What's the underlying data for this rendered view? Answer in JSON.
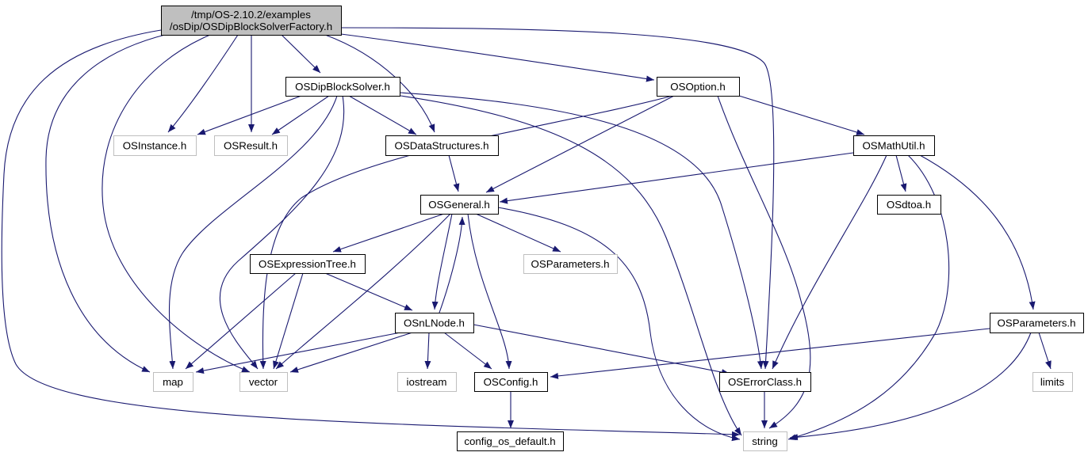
{
  "colors": {
    "edge": "#191970",
    "root_fill": "#bfbfbf",
    "node_border": "#000000",
    "external_border": "#bfbfbf",
    "text": "#000000",
    "external_text": "#000000"
  },
  "nodes": [
    {
      "id": "root",
      "lines": [
        "/tmp/OS-2.10.2/examples",
        "/osDip/OSDipBlockSolverFactory.h"
      ],
      "kind": "root"
    },
    {
      "id": "dipblocksolver",
      "lines": [
        "OSDipBlockSolver.h"
      ],
      "kind": "normal"
    },
    {
      "id": "osoption",
      "lines": [
        "OSOption.h"
      ],
      "kind": "normal"
    },
    {
      "id": "osinstance",
      "lines": [
        "OSInstance.h"
      ],
      "kind": "external"
    },
    {
      "id": "osresult",
      "lines": [
        "OSResult.h"
      ],
      "kind": "external"
    },
    {
      "id": "osdatastructures",
      "lines": [
        "OSDataStructures.h"
      ],
      "kind": "normal"
    },
    {
      "id": "osmathutil",
      "lines": [
        "OSMathUtil.h"
      ],
      "kind": "normal"
    },
    {
      "id": "osgeneral",
      "lines": [
        "OSGeneral.h"
      ],
      "kind": "normal"
    },
    {
      "id": "osdtoa",
      "lines": [
        "OSdtoa.h"
      ],
      "kind": "normal"
    },
    {
      "id": "osexpressiontree",
      "lines": [
        "OSExpressionTree.h"
      ],
      "kind": "normal"
    },
    {
      "id": "osparameters_ext",
      "lines": [
        "OSParameters.h"
      ],
      "kind": "external"
    },
    {
      "id": "osnlnode",
      "lines": [
        "OSnLNode.h"
      ],
      "kind": "normal"
    },
    {
      "id": "osparameters",
      "lines": [
        "OSParameters.h"
      ],
      "kind": "normal"
    },
    {
      "id": "map",
      "lines": [
        "map"
      ],
      "kind": "external"
    },
    {
      "id": "vector",
      "lines": [
        "vector"
      ],
      "kind": "external"
    },
    {
      "id": "iostream",
      "lines": [
        "iostream"
      ],
      "kind": "external"
    },
    {
      "id": "osconfig",
      "lines": [
        "OSConfig.h"
      ],
      "kind": "normal"
    },
    {
      "id": "oserrorclass",
      "lines": [
        "OSErrorClass.h"
      ],
      "kind": "normal"
    },
    {
      "id": "limits",
      "lines": [
        "limits"
      ],
      "kind": "external"
    },
    {
      "id": "config_os_default",
      "lines": [
        "config_os_default.h"
      ],
      "kind": "normal"
    },
    {
      "id": "string",
      "lines": [
        "string"
      ],
      "kind": "external"
    }
  ],
  "edges": [
    {
      "from": "root",
      "to": "dipblocksolver"
    },
    {
      "from": "root",
      "to": "osoption"
    },
    {
      "from": "root",
      "to": "osinstance"
    },
    {
      "from": "root",
      "to": "osresult"
    },
    {
      "from": "root",
      "to": "osdatastructures"
    },
    {
      "from": "root",
      "to": "map"
    },
    {
      "from": "root",
      "to": "vector"
    },
    {
      "from": "root",
      "to": "string"
    },
    {
      "from": "root",
      "to": "oserrorclass"
    },
    {
      "from": "dipblocksolver",
      "to": "osinstance"
    },
    {
      "from": "dipblocksolver",
      "to": "osresult"
    },
    {
      "from": "dipblocksolver",
      "to": "osdatastructures"
    },
    {
      "from": "dipblocksolver",
      "to": "map"
    },
    {
      "from": "dipblocksolver",
      "to": "vector"
    },
    {
      "from": "dipblocksolver",
      "to": "string"
    },
    {
      "from": "dipblocksolver",
      "to": "oserrorclass"
    },
    {
      "from": "osoption",
      "to": "osgeneral"
    },
    {
      "from": "osoption",
      "to": "osmathutil"
    },
    {
      "from": "osoption",
      "to": "vector"
    },
    {
      "from": "osoption",
      "to": "string"
    },
    {
      "from": "osdatastructures",
      "to": "osgeneral"
    },
    {
      "from": "osmathutil",
      "to": "osgeneral"
    },
    {
      "from": "osmathutil",
      "to": "osdtoa"
    },
    {
      "from": "osmathutil",
      "to": "oserrorclass"
    },
    {
      "from": "osmathutil",
      "to": "osparameters"
    },
    {
      "from": "osmathutil",
      "to": "string"
    },
    {
      "from": "osgeneral",
      "to": "osexpressiontree"
    },
    {
      "from": "osgeneral",
      "to": "osparameters_ext"
    },
    {
      "from": "osgeneral",
      "to": "osnlnode"
    },
    {
      "from": "osgeneral",
      "to": "vector"
    },
    {
      "from": "osgeneral",
      "to": "osconfig"
    },
    {
      "from": "osgeneral",
      "to": "string"
    },
    {
      "from": "osexpressiontree",
      "to": "osnlnode"
    },
    {
      "from": "osexpressiontree",
      "to": "map"
    },
    {
      "from": "osexpressiontree",
      "to": "vector"
    },
    {
      "from": "osnlnode",
      "to": "osgeneral"
    },
    {
      "from": "osnlnode",
      "to": "map"
    },
    {
      "from": "osnlnode",
      "to": "vector"
    },
    {
      "from": "osnlnode",
      "to": "iostream"
    },
    {
      "from": "osnlnode",
      "to": "osconfig"
    },
    {
      "from": "osnlnode",
      "to": "oserrorclass"
    },
    {
      "from": "osparameters",
      "to": "osconfig"
    },
    {
      "from": "osparameters",
      "to": "limits"
    },
    {
      "from": "osparameters",
      "to": "string"
    },
    {
      "from": "osconfig",
      "to": "config_os_default"
    },
    {
      "from": "oserrorclass",
      "to": "string"
    }
  ]
}
